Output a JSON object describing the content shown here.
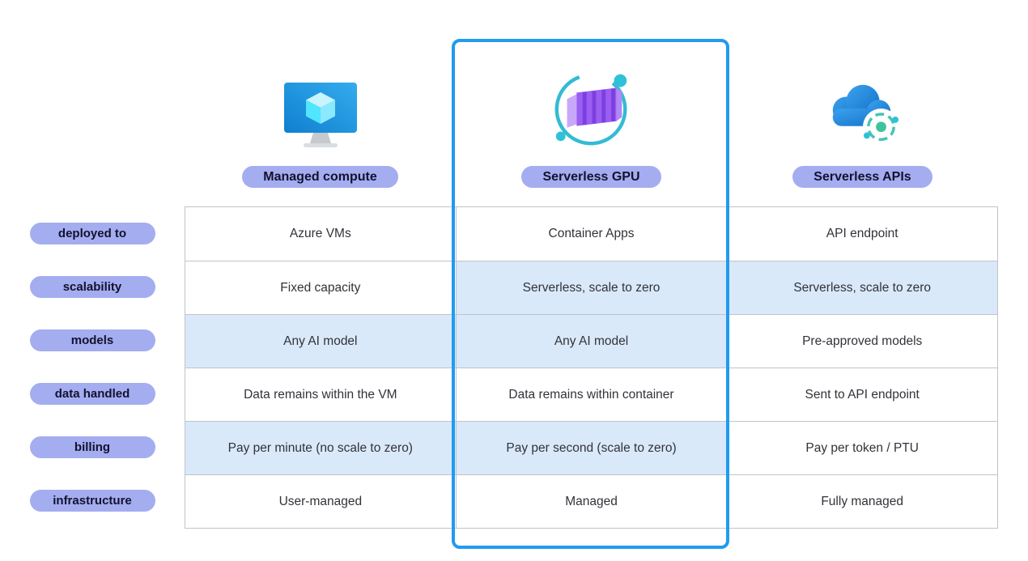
{
  "columns": [
    {
      "label": "Managed compute",
      "icon": "azure-vm-icon",
      "highlighted": false
    },
    {
      "label": "Serverless GPU",
      "icon": "container-apps-icon",
      "highlighted": true
    },
    {
      "label": "Serverless APIs",
      "icon": "cloud-api-icon",
      "highlighted": false
    }
  ],
  "rows": [
    {
      "label": "deployed to",
      "cells": [
        {
          "text": "Azure VMs",
          "shaded": false
        },
        {
          "text": "Container Apps",
          "shaded": false
        },
        {
          "text": "API endpoint",
          "shaded": false
        }
      ]
    },
    {
      "label": "scalability",
      "cells": [
        {
          "text": "Fixed capacity",
          "shaded": false
        },
        {
          "text": "Serverless, scale to zero",
          "shaded": true
        },
        {
          "text": "Serverless, scale to zero",
          "shaded": true
        }
      ]
    },
    {
      "label": "models",
      "cells": [
        {
          "text": "Any AI model",
          "shaded": true
        },
        {
          "text": "Any AI model",
          "shaded": true
        },
        {
          "text": "Pre-approved models",
          "shaded": false
        }
      ]
    },
    {
      "label": "data handled",
      "cells": [
        {
          "text": "Data remains within the VM",
          "shaded": false
        },
        {
          "text": "Data remains within container",
          "shaded": false
        },
        {
          "text": "Sent to API endpoint",
          "shaded": false
        }
      ]
    },
    {
      "label": "billing",
      "cells": [
        {
          "text": "Pay per minute (no scale to zero)",
          "shaded": true
        },
        {
          "text": "Pay per second (scale to zero)",
          "shaded": true
        },
        {
          "text": "Pay per token / PTU",
          "shaded": false
        }
      ]
    },
    {
      "label": "infrastructure",
      "cells": [
        {
          "text": "User-managed",
          "shaded": false
        },
        {
          "text": "Managed",
          "shaded": false
        },
        {
          "text": "Fully managed",
          "shaded": false
        }
      ]
    }
  ],
  "colors": {
    "pill_bg": "#a4adf0",
    "pill_text": "#12122e",
    "shaded_cell_bg": "#d9e9f9",
    "table_border": "#bfc3c9",
    "highlight_border": "#209bf0",
    "cell_text": "#32323a"
  }
}
